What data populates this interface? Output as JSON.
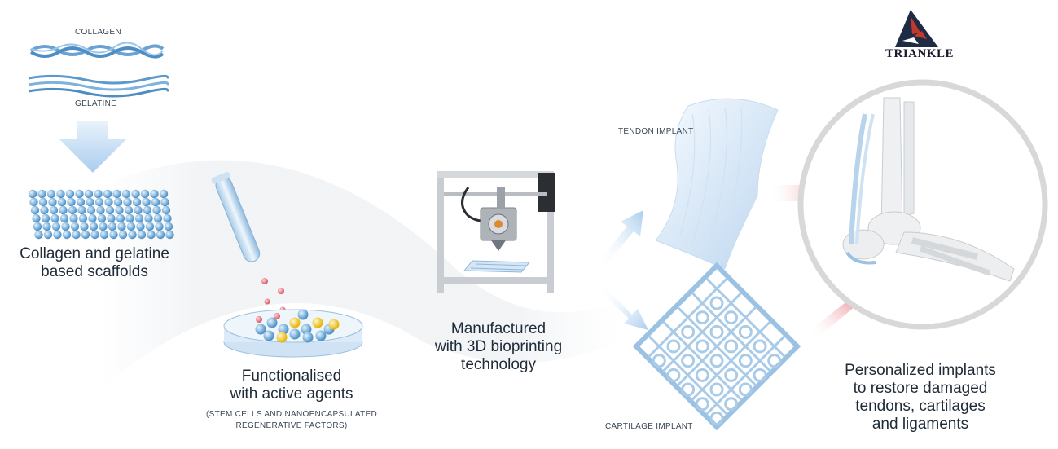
{
  "brand": {
    "name": "TRIANKLE",
    "colors": {
      "navy": "#1f2a44",
      "red": "#c0392b",
      "blue": "#7fb1dc",
      "pink_arrow": "#e05a66"
    }
  },
  "steps": {
    "materials": {
      "collagen_label": "COLLAGEN",
      "gelatine_label": "GELATINE"
    },
    "scaffolds": {
      "caption_line1": "Collagen and gelatine",
      "caption_line2": "based scaffolds"
    },
    "functionalised": {
      "caption_line1": "Functionalised",
      "caption_line2": "with active agents",
      "note_line1": "(STEM CELLS AND NANOENCAPSULATED",
      "note_line2": "REGENERATIVE FACTORS)"
    },
    "bioprinting": {
      "caption_line1": "Manufactured",
      "caption_line2": "with 3D bioprinting",
      "caption_line3": "technology"
    },
    "implants": {
      "tendon_label": "TENDON IMPLANT",
      "cartilage_label": "CARTILAGE IMPLANT"
    },
    "result": {
      "caption_line1": "Personalized implants",
      "caption_line2": "to restore damaged",
      "caption_line3": "tendons, cartilages",
      "caption_line4": "and ligaments"
    }
  }
}
